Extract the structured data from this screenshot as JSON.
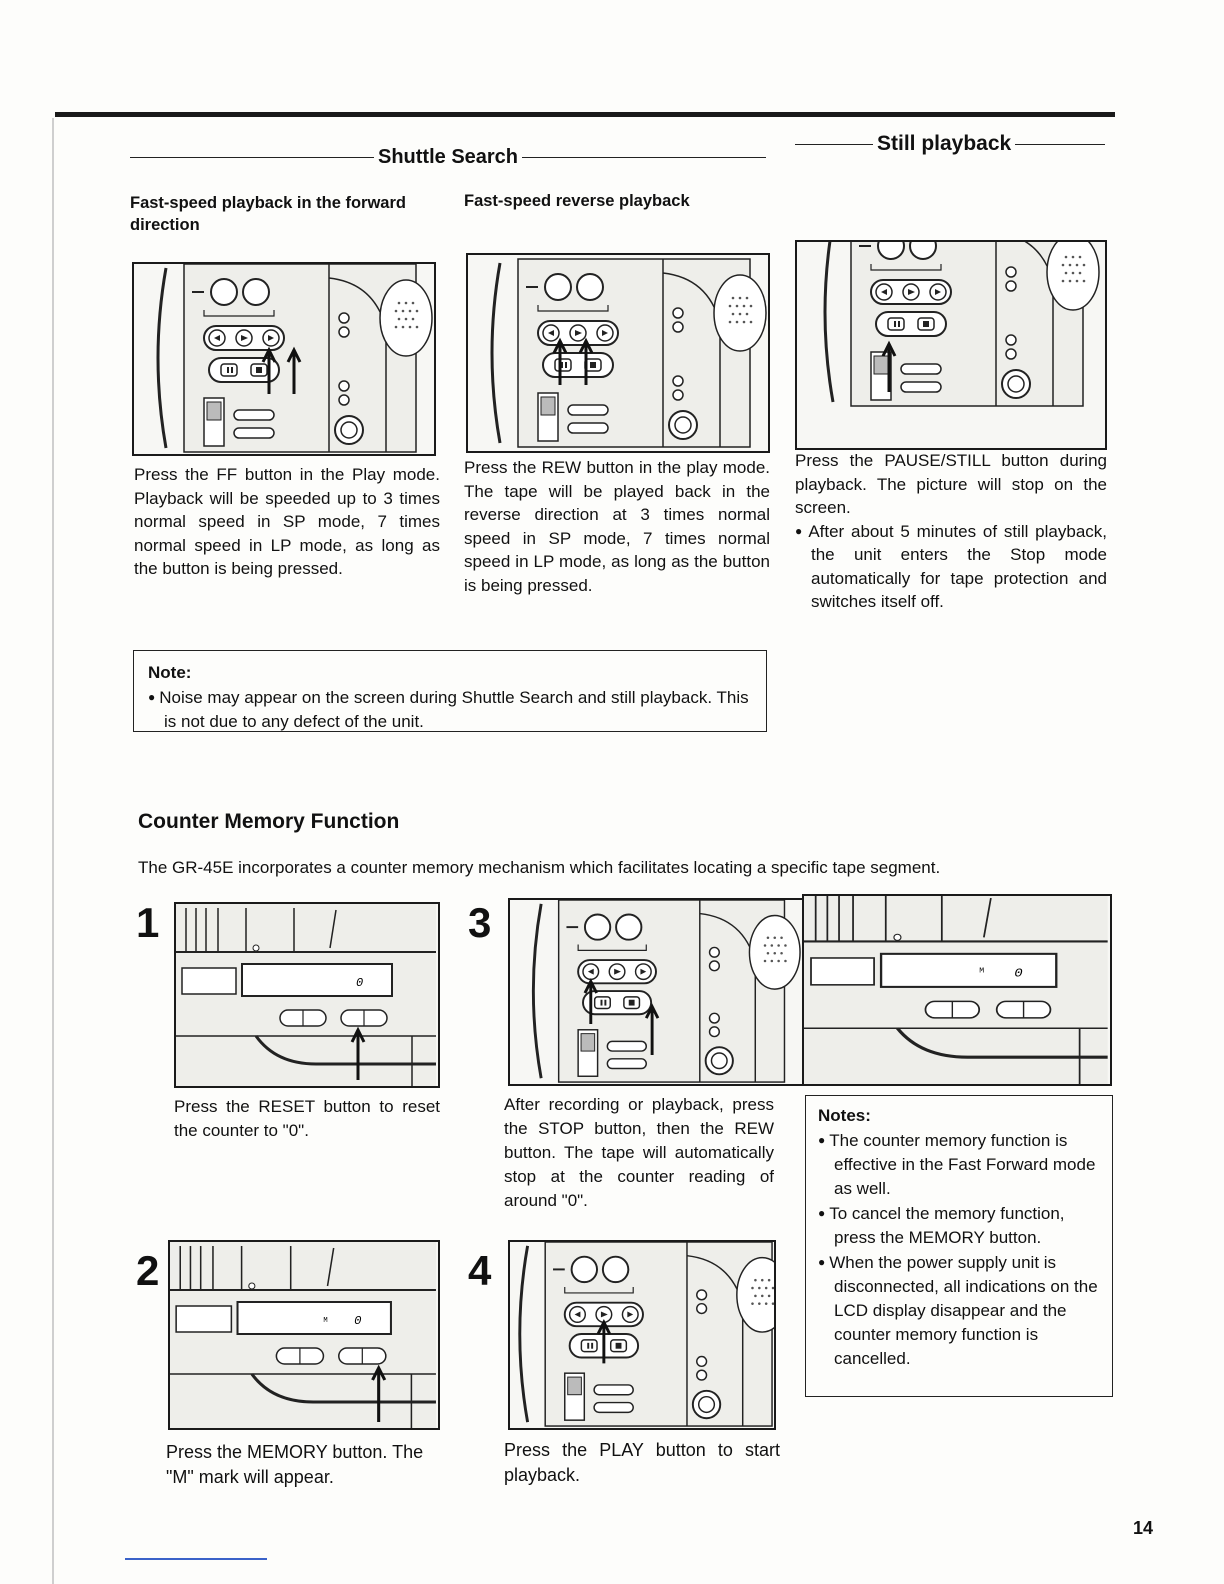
{
  "shuttle_search": {
    "heading": "Shuttle Search",
    "ff": {
      "subheading": "Fast-speed playback in the forward direction",
      "text": "Press the FF button in the Play mode. Playback will be speeded up to 3 times normal speed in SP mode, 7 times normal speed in LP mode, as long as the button is being pressed."
    },
    "rew": {
      "subheading": "Fast-speed reverse playback",
      "text": "Press the REW button in the play mode. The tape will be played back in the reverse direction at 3 times normal speed in SP mode, 7 times normal speed in LP mode, as long as the button is being pressed."
    }
  },
  "still_playback": {
    "heading": "Still playback",
    "text": "Press the PAUSE/STILL button during playback. The picture will stop on the screen.",
    "bullet": "After about 5 minutes of still playback, the unit enters the Stop mode automatically for tape protection and switches itself off."
  },
  "note": {
    "title": "Note:",
    "bullet": "Noise may appear on the screen during Shuttle Search and still playback. This is not due to any defect of the unit."
  },
  "counter_memory": {
    "title": "Counter Memory Function",
    "intro": "The GR-45E incorporates a counter memory mechanism which facilitates locating a specific tape segment.",
    "steps": [
      {
        "number": "1",
        "text": "Press the RESET button to reset the counter to \"0\"."
      },
      {
        "number": "2",
        "text": "Press the MEMORY button. The \"M\" mark will appear."
      },
      {
        "number": "3",
        "text": "After recording or playback, press the STOP button, then the REW button. The tape will automatically stop at the counter reading of around \"0\"."
      },
      {
        "number": "4",
        "text": "Press the PLAY button to start playback."
      }
    ],
    "lcd": {
      "reading": "0",
      "mark": "M"
    },
    "notes": {
      "title": "Notes:",
      "items": [
        "The counter memory function is effective in the Fast Forward mode as well.",
        "To cancel the memory function, press the MEMORY button.",
        "When the power supply unit is disconnected, all indications on the LCD display disappear and the counter memory function is cancelled."
      ]
    }
  },
  "page_number": "14"
}
